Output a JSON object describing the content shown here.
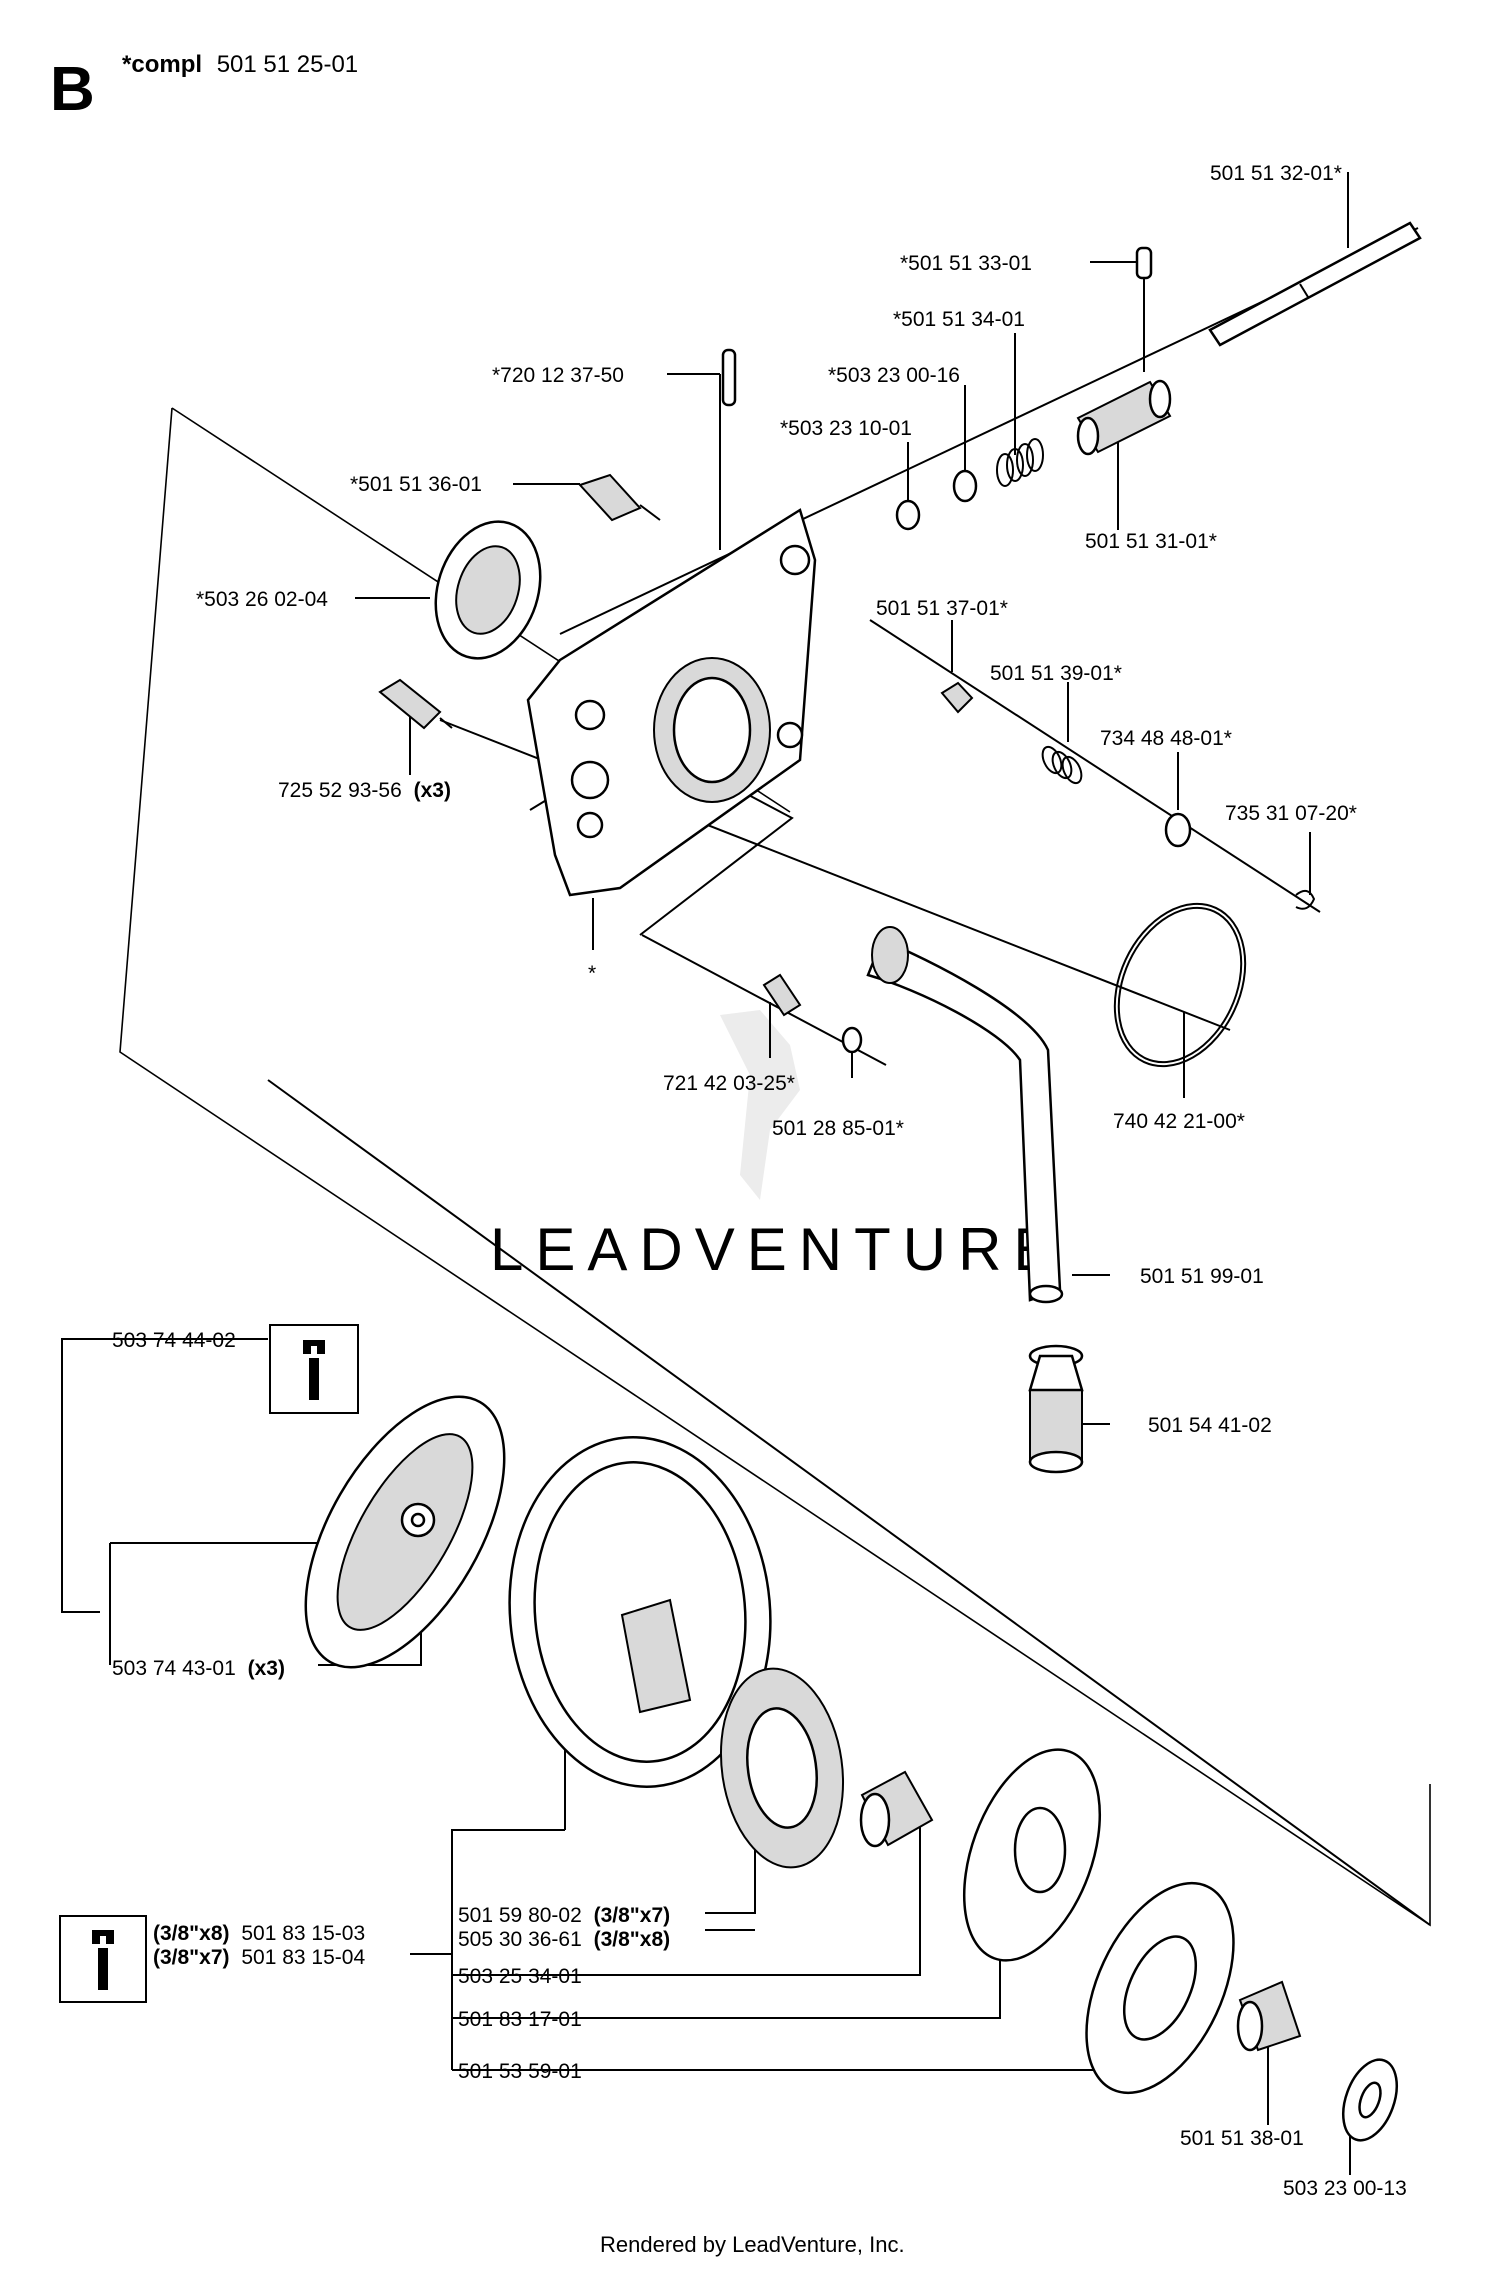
{
  "section": {
    "letter": "B",
    "compl_prefix": "*compl",
    "compl_number": "501 51 25-01"
  },
  "watermark": "LEADVENTURE",
  "footer": "Rendered by LeadVenture, Inc.",
  "icons": {
    "tool_icon": "wrench-icon"
  },
  "parts": {
    "p_501513201": "501 51 32-01*",
    "p_501513301": "*501 51 33-01",
    "p_501513401": "*501 51 34-01",
    "p_720123750": "*720 12 37-50",
    "p_503230016": "*503 23 00-16",
    "p_503231001": "*503 23 10-01",
    "p_501513601": "*501 51 36-01",
    "p_501513101": "501 51 31-01*",
    "p_503260204": "*503 26 02-04",
    "p_501513701": "501 51 37-01*",
    "p_501513901": "501 51 39-01*",
    "p_734484801": "734 48 48-01*",
    "p_725529356": "725 52 93-56",
    "p_725529356_qty": "(x3)",
    "p_735310720": "735 31 07-20*",
    "p_star": "*",
    "p_721420325": "721 42 03-25*",
    "p_501288501": "501 28 85-01*",
    "p_740422100": "740 42 21-00*",
    "p_501519901": "501 51 99-01",
    "p_503744402": "503 74 44-02",
    "p_501544102": "501 54 41-02",
    "p_503744301": "503 74 43-01",
    "p_503744301_qty": "(x3)",
    "p_501598002": "501 59 80-02",
    "p_501598002_spec": "(3/8\"x7)",
    "p_505303661": "505 30 36-61",
    "p_505303661_spec": "(3/8\"x8)",
    "p_tool_a_spec": "(3/8\"x8)",
    "p_501831503": "501 83 15-03",
    "p_tool_b_spec": "(3/8\"x7)",
    "p_501831504": "501 83 15-04",
    "p_503253401": "503 25 34-01",
    "p_501831701": "501 83 17-01",
    "p_501535901": "501 53 59-01",
    "p_501513801": "501 51 38-01",
    "p_503230013": "503 23 00-13"
  }
}
